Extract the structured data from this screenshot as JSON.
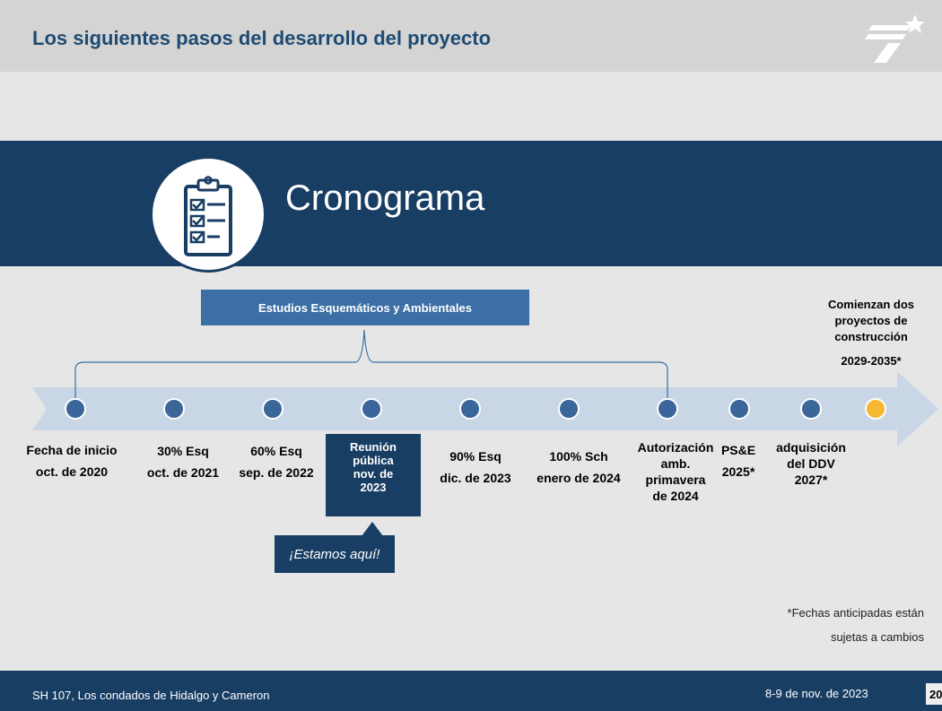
{
  "header": {
    "title": "Los siguientes pasos del desarrollo del proyecto",
    "logo_icon": "txdot-star-logo"
  },
  "banner": {
    "title": "Cronograma",
    "icon": "clipboard-checklist-icon"
  },
  "phase": {
    "label": "Estudios Esquemáticos y Ambientales"
  },
  "colors": {
    "navy": "#183e64",
    "title_blue": "#1e4b73",
    "phase_blue": "#3b6fa6",
    "arrow": "#c8d6e6",
    "milestone_dot": "#3a6699",
    "future_dot": "#f5b830"
  },
  "milestones": [
    {
      "lines": [
        "Fecha de inicio",
        "oct. de 2020"
      ]
    },
    {
      "lines": [
        "30% Esq",
        "oct. de 2021"
      ]
    },
    {
      "lines": [
        "60% Esq",
        "sep. de 2022"
      ]
    },
    {
      "lines": [
        "Reunión",
        "pública",
        "nov. de",
        "2023"
      ],
      "current": true
    },
    {
      "lines": [
        "90% Esq",
        "dic. de 2023"
      ]
    },
    {
      "lines": [
        "100% Sch",
        "enero de 2024"
      ]
    },
    {
      "lines": [
        "Autorización",
        "amb.",
        "primavera",
        "de 2024"
      ]
    },
    {
      "lines": [
        "PS&E",
        "2025*"
      ]
    },
    {
      "lines": [
        "adquisición",
        "del DDV",
        "2027*"
      ]
    }
  ],
  "current_callout": "¡Estamos aquí!",
  "construction": {
    "lines": [
      "Comienzan dos",
      "proyectos de",
      "construcción"
    ],
    "years": "2029-2035*"
  },
  "note": {
    "lines": [
      "*Fechas anticipadas están",
      "sujetas a cambios"
    ]
  },
  "footer": {
    "left": "SH 107, Los condados de Hidalgo y Cameron",
    "date": "8-9 de nov. de 2023",
    "page": "20"
  }
}
